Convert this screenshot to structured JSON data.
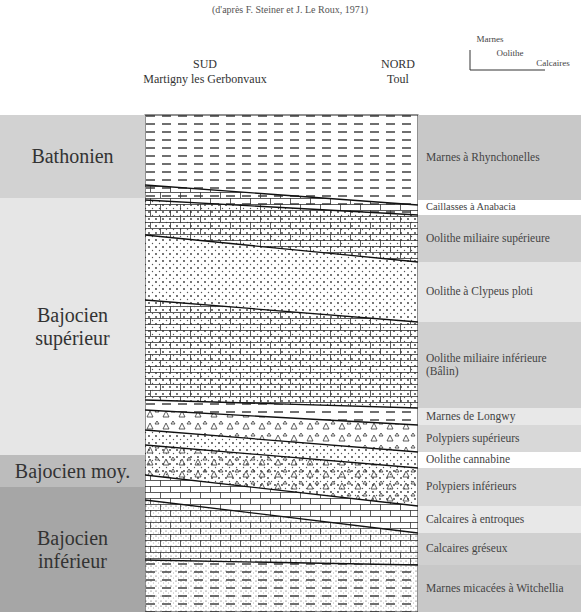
{
  "diagram": {
    "nodes": [
      {
        "text": [
          "Bathonien"
        ]
      },
      {
        "text": [
          "Bajocien supérieur"
        ]
      },
      {
        "text": [
          "Bajocien moy."
        ]
      },
      {
        "text": [
          "Bajocien inférieur"
        ]
      },
      {
        "text": [
          "Marnes à Rhynchonelles"
        ]
      },
      {
        "text": [
          "Caillasses à Anabacia"
        ]
      },
      {
        "text": [
          "Oolithe miliaire supérieure"
        ]
      },
      {
        "text": [
          "Oolithe à Clypeus ploti"
        ]
      },
      {
        "text": [
          "Oolithe miliaire inférieure (Bâlin)"
        ]
      },
      {
        "text": [
          "Marnes de Longwy"
        ]
      },
      {
        "text": [
          "Polypiers supérieurs"
        ]
      },
      {
        "text": [
          "Oolithe cannabine"
        ]
      },
      {
        "text": [
          "Polypiers inférieurs"
        ]
      },
      {
        "text": [
          "Calcaires à entroques"
        ]
      },
      {
        "text": [
          "Calcaires gréseux"
        ]
      },
      {
        "text": [
          "Marnes micacées à Witchellia"
        ]
      }
    ],
    "labels": [
      "(d'après F. Steiner et J. Le Roux, 1971)",
      "SUD",
      "Martigny les Gerbonvaux",
      "NORD",
      "Toul",
      "Marnes",
      "Oolithe",
      "Calcaires"
    ]
  }
}
